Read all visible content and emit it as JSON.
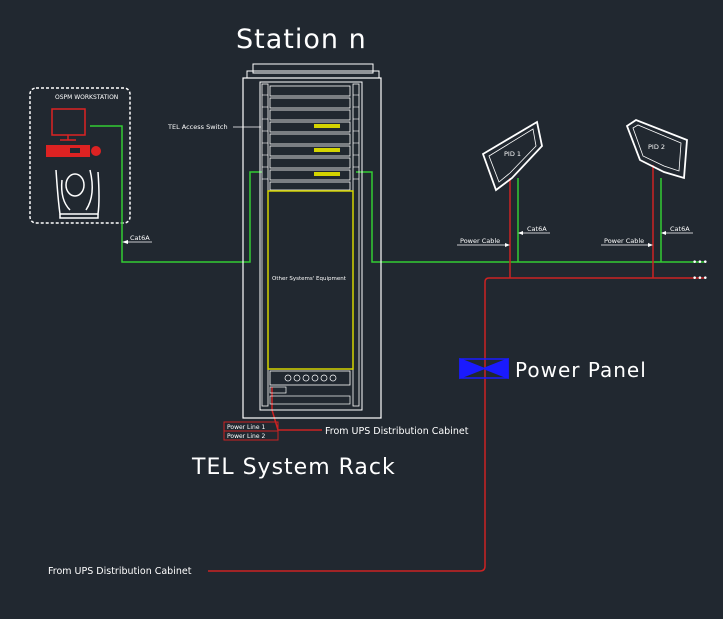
{
  "diagram": {
    "title": "Station  n",
    "rack_caption": "TEL System Rack",
    "workstation_label": "OSPM WORKSTATION",
    "access_switch_label": "TEL Access Switch",
    "other_equipment_label": "Other Systems' Equipment",
    "power_line_1": "Power Line 1",
    "power_line_2": "Power Line 2",
    "from_ups_rack": "From UPS Distribution Cabinet",
    "from_ups_bottom": "From UPS Distribution Cabinet",
    "power_panel_label": "Power Panel",
    "pid1_label": "PID 1",
    "pid2_label": "PID 2",
    "cable_ws": "Cat6A",
    "cable_pid1": "Cat6A",
    "cable_pid2": "Cat6A",
    "power_cable_1": "Power Cable",
    "power_cable_2": "Power Cable",
    "continuation": "•••"
  },
  "colors": {
    "background": "#212830",
    "network_cable": "#33cc33",
    "power_cable": "#cc2222",
    "outline": "#ffffff",
    "highlight": "#d4d400",
    "power_panel": "#1a1aff"
  }
}
